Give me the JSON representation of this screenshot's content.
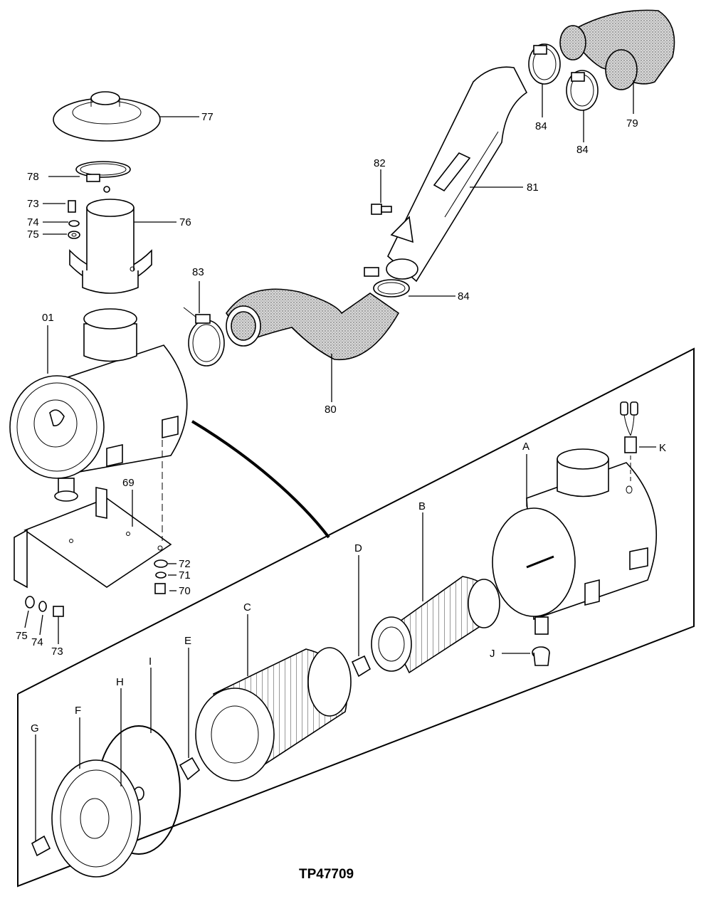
{
  "figure_id": "TP47709",
  "callouts": {
    "c01": "01",
    "c69": "69",
    "c70": "70",
    "c71": "71",
    "c72": "72",
    "c73a": "73",
    "c74a": "74",
    "c75a": "75",
    "c73b": "73",
    "c74b": "74",
    "c75b": "75",
    "c76": "76",
    "c77": "77",
    "c78": "78",
    "c79": "79",
    "c80": "80",
    "c81": "81",
    "c82": "82",
    "c83": "83",
    "c84a": "84",
    "c84b": "84",
    "c84c": "84",
    "cA": "A",
    "cB": "B",
    "cC": "C",
    "cD": "D",
    "cE": "E",
    "cF": "F",
    "cG": "G",
    "cH": "H",
    "cI": "I",
    "cJ": "J",
    "cK": "K"
  }
}
